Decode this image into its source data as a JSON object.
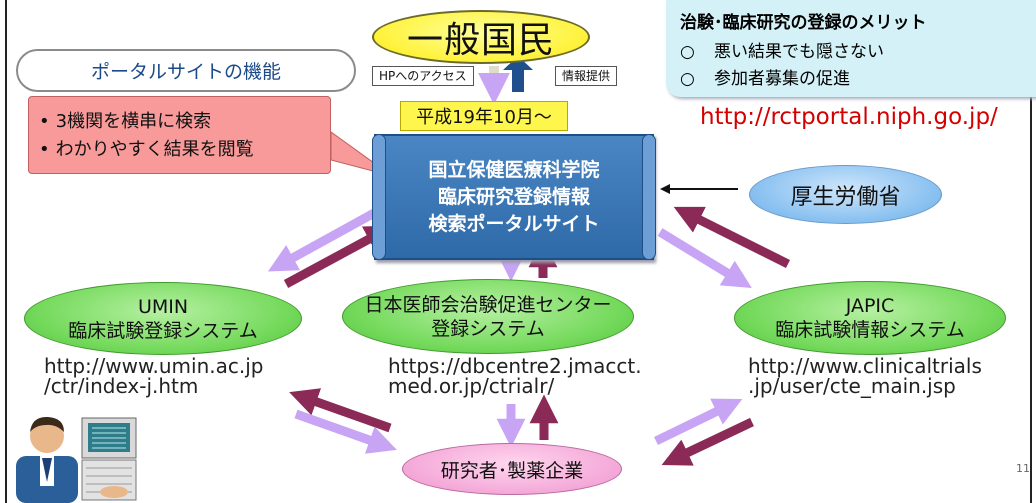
{
  "public": "一般国民",
  "portal_func": "ポータルサイトの機能",
  "labels": {
    "hp_access": "HPへのアクセス",
    "info": "情報提供"
  },
  "since": "平成19年10月～",
  "merits": {
    "title": "治験･臨床研究の登録のメリット",
    "items": [
      "悪い結果でも隠さない",
      "参加者募集の促進"
    ],
    "marker": "○"
  },
  "portal_url": "http://rctportal.niph.go.jp/",
  "callout": {
    "bullet": "•",
    "items": [
      "3機関を横串に検索",
      "わかりやすく結果を閲覧"
    ]
  },
  "portal": {
    "line1": "国立保健医療科学院",
    "line2": "臨床研究登録情報",
    "line3": "検索ポータルサイト"
  },
  "mhlw": "厚生労働省",
  "umin": {
    "line1": "UMIN",
    "line2": "臨床試験登録システム",
    "url1": "http://www.umin.ac.jp",
    "url2": "/ctr/index-j.htm"
  },
  "jmacct": {
    "line1": "日本医師会治験促進センター",
    "line2": "登録システム",
    "url1": "https://dbcentre2.jmacct.",
    "url2": "med.or.jp/ctrialr/"
  },
  "japic": {
    "line1": "JAPIC",
    "line2": "臨床試験情報システム",
    "url1": "http://www.clinicaltrials",
    "url2": ".jp/user/cte_main.jsp"
  },
  "researcher": "研究者･製薬企業",
  "page_number": "11",
  "colors": {
    "lavender": "#c8a4f4",
    "maroon": "#8b2a56",
    "blue_arrow": "#1f4f8c"
  }
}
